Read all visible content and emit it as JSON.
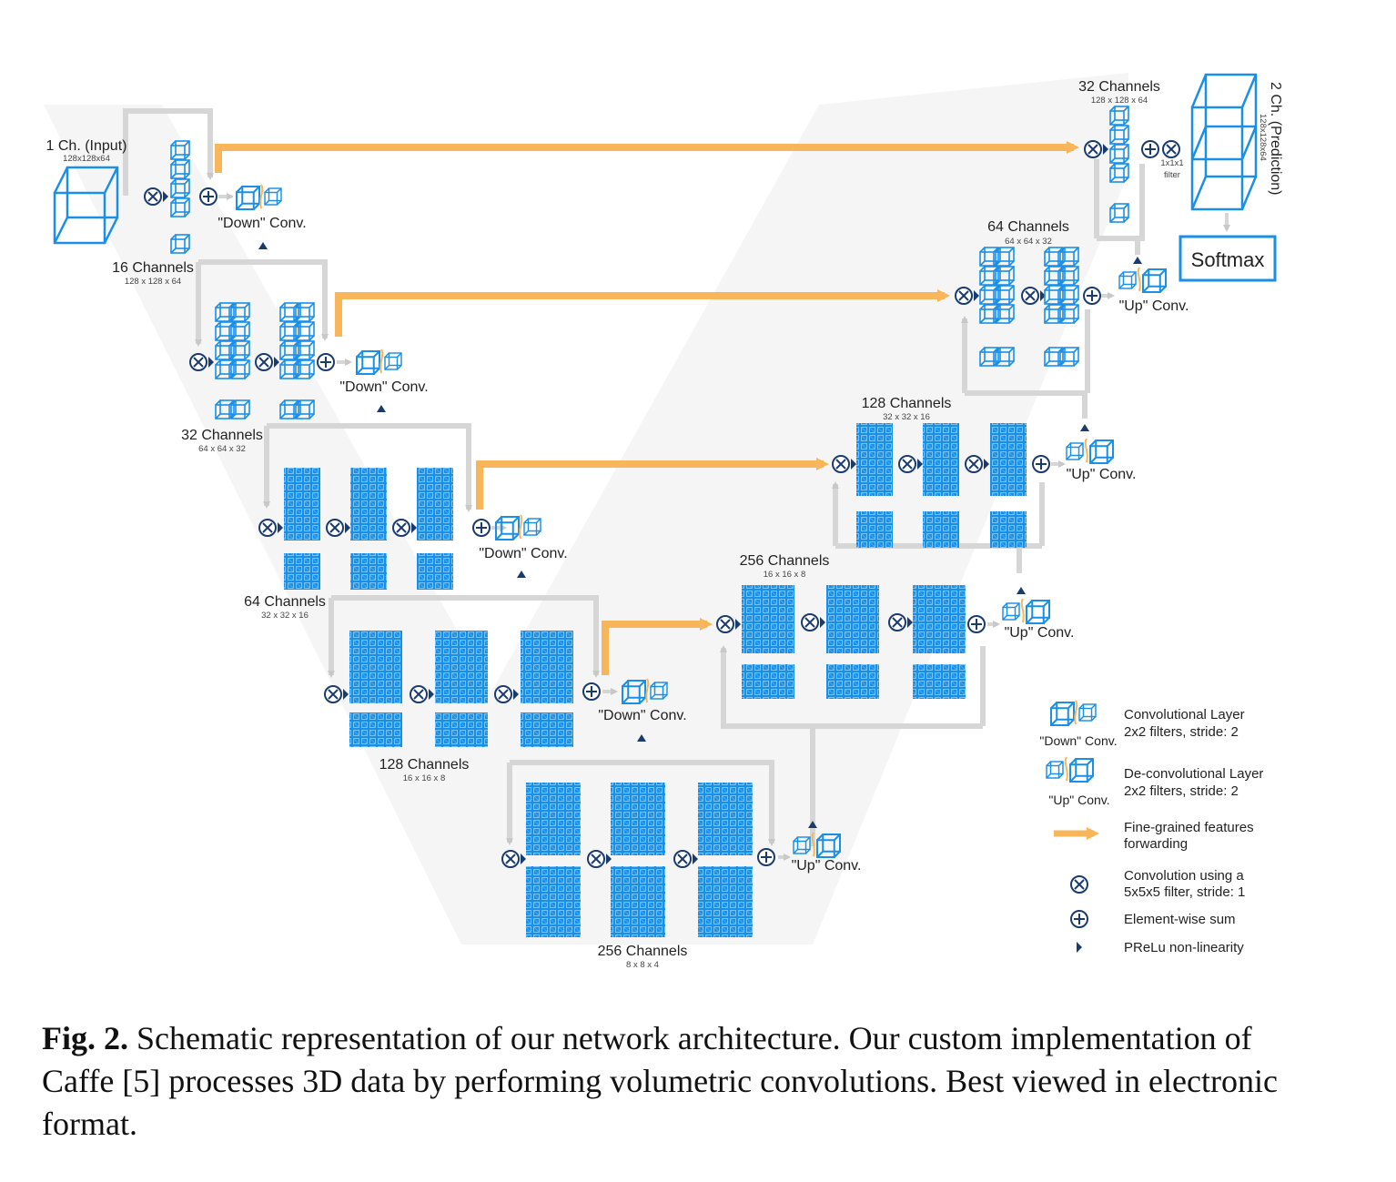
{
  "diagram": {
    "input": {
      "label": "1 Ch. (Input)",
      "size": "128x128x64"
    },
    "prediction": {
      "label": "2 Ch. (Prediction)",
      "size": "128x128x64"
    },
    "softmax": "Softmax",
    "filter_1x1": {
      "line1": "1x1x1",
      "line2": "filter"
    },
    "down_conv": "\"Down\" Conv.",
    "up_conv": "\"Up\" Conv.",
    "left": [
      {
        "channels": "16 Channels",
        "size": "128 x 128 x 64"
      },
      {
        "channels": "32 Channels",
        "size": "64 x 64 x 32"
      },
      {
        "channels": "64 Channels",
        "size": "32 x 32 x 16"
      },
      {
        "channels": "128 Channels",
        "size": "16 x 16 x 8"
      },
      {
        "channels": "256 Channels",
        "size": "8 x 8 x 4"
      }
    ],
    "right": [
      {
        "channels": "32 Channels",
        "size": "128 x 128 x 64"
      },
      {
        "channels": "64 Channels",
        "size": "64 x 64 x 32"
      },
      {
        "channels": "128 Channels",
        "size": "32 x 32 x 16"
      },
      {
        "channels": "256 Channels",
        "size": "16 x 16 x 8"
      }
    ],
    "colors": {
      "blue": "#1a8fe8",
      "orange": "#f9b55a",
      "gray": "#d6d6d6",
      "dark": "#1a3b6e",
      "bg": "#f5f5f5"
    }
  },
  "legend": {
    "conv_layer": {
      "icon_label": "\"Down\" Conv.",
      "line1": "Convolutional Layer",
      "line2": "2x2 filters, stride: 2"
    },
    "deconv_layer": {
      "icon_label": "\"Up\" Conv.",
      "line1": "De-convolutional Layer",
      "line2": "2x2 filters, stride: 2"
    },
    "forwarding": {
      "line1": "Fine-grained features",
      "line2": "forwarding"
    },
    "convolution": {
      "line1": "Convolution using a",
      "line2": "5x5x5 filter, stride: 1"
    },
    "sum": "Element-wise sum",
    "prelu": "PReLu non-linearity"
  },
  "caption": {
    "label": "Fig. 2.",
    "text": "Schematic representation of our network architecture. Our custom implementation of Caffe [5] processes 3D data by performing volumetric convolutions. Best viewed in electronic format."
  }
}
